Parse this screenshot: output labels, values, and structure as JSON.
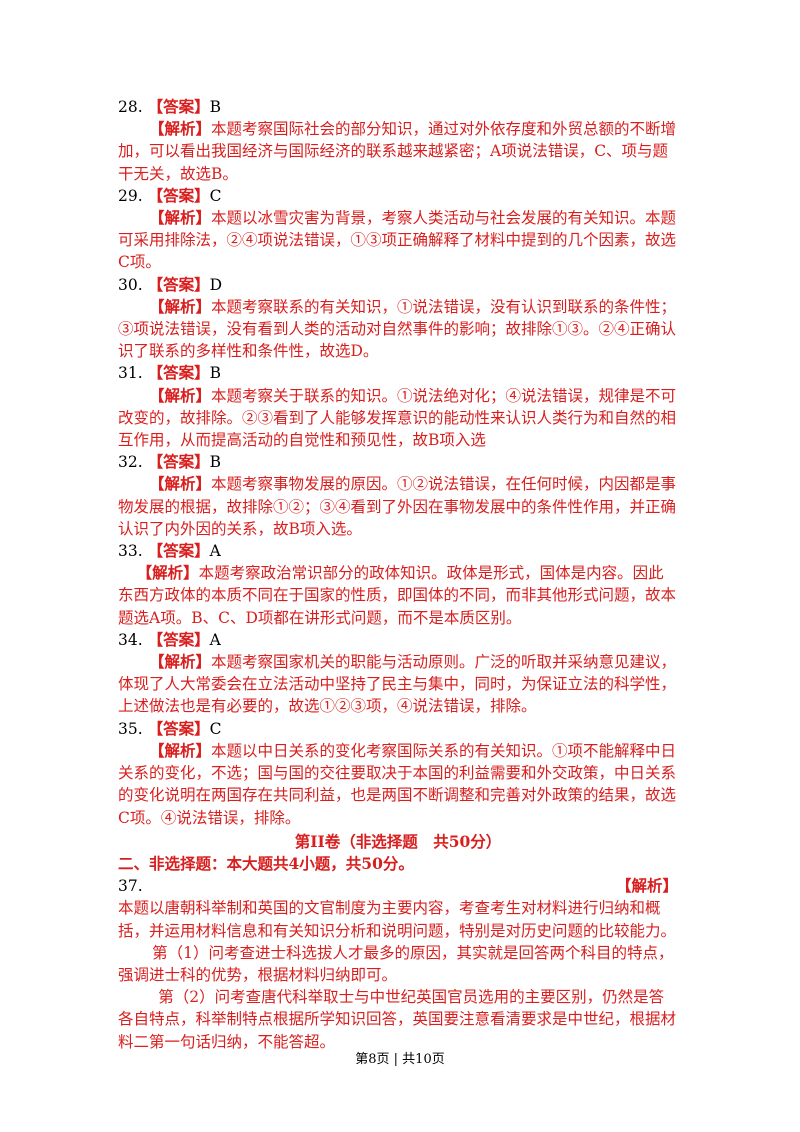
{
  "items": [
    {
      "num": "28.",
      "answer_tag": "【答案】",
      "answer": "B",
      "exp_tag": "【解析】",
      "exp": "本题考察国际社会的部分知识，通过对外依存度和外贸总额的不断增加，可以看出我国经济与国际经济的联系越来越紧密；A项说法错误，C、项与题干无关，故选B。"
    },
    {
      "num": "29.",
      "answer_tag": "【答案】",
      "answer": "C",
      "exp_tag": "【解析】",
      "exp": "本题以冰雪灾害为背景，考察人类活动与社会发展的有关知识。本题可采用排除法，②④项说法错误，①③项正确解释了材料中提到的几个因素，故选 C项。"
    },
    {
      "num": "30.",
      "answer_tag": "【答案】",
      "answer": "D",
      "exp_tag": "【解析】",
      "exp": "本题考察联系的有关知识，①说法错误，没有认识到联系的条件性；③项说法错误，没有看到人类的活动对自然事件的影响；故排除①③。②④正确认识了联系的多样性和条件性，故选D。"
    },
    {
      "num": "31.",
      "answer_tag": "【答案】",
      "answer": "B",
      "exp_tag": "【解析】",
      "exp": "本题考察关于联系的知识。①说法绝对化；④说法错误，规律是不可改变的，故排除。②③看到了人能够发挥意识的能动性来认识人类行为和自然的相互作用，从而提高活动的自觉性和预见性，故B项入选"
    },
    {
      "num": "32.",
      "answer_tag": "【答案】",
      "answer": "B",
      "exp_tag": "【解析】",
      "exp": "本题考察事物发展的原因。①②说法错误，在任何时候，内因都是事物发展的根据，故排除①②；③④看到了外因在事物发展中的条件性作用，并正确认识了内外因的关系，故B项入选。"
    },
    {
      "num": "33.",
      "answer_tag": "【答案】",
      "answer": "A",
      "exp_tag": "【解析】",
      "exp": "本题考察政治常识部分的政体知识。政体是形式，国体是内容。因此东西方政体的本质不同在于国家的性质，即国体的不同，而非其他形式问题，故本题选A项。B、C、D项都在讲形式问题，而不是本质区别。"
    },
    {
      "num": "34.",
      "answer_tag": "【答案】",
      "answer": "A",
      "exp_tag": "【解析】",
      "exp": "本题考察国家机关的职能与活动原则。广泛的听取并采纳意见建议，体现了人大常委会在立法活动中坚持了民主与集中，同时，为保证立法的科学性，上述做法也是有必要的，故选①②③项，④说法错误，排除。"
    },
    {
      "num": "35.",
      "answer_tag": "【答案】",
      "answer": "C",
      "exp_tag": "【解析】",
      "exp": "本题以中日关系的变化考察国际关系的有关知识。①项不能解释中日关系的变化，不选；国与国的交往要取决于本国的利益需要和外交政策，中日关系的变化说明在两国存在共同利益，也是两国不断调整和完善对外政策的结果，故选C项。④说法错误，排除。"
    }
  ],
  "section_title": "第II卷（非选择题　共50分）",
  "section_heading": "二、非选择题：本大题共4小题，共50分。",
  "q37": {
    "num": "37.",
    "tag": "【解析】",
    "intro": "本题以唐朝科举制和英国的文官制度为主要内容，考查考生对材料进行归纳和概括，并运用材料信息和有关知识分析和说明问题，特别是对历史问题的比较能力。",
    "part1": "第（1）问考查进士科选拔人才最多的原因，其实就是回答两个科目的特点，强调进士科的优势，根据材料归纳即可。",
    "part2": "第（2）问考查唐代科举取士与中世纪英国官员选用的主要区别，仍然是答各自特点，科举制特点根据所学知识回答，英国要注意看清要求是中世纪，根据材料二第一句话归纳，不能答超。"
  },
  "footer": "第8页 | 共10页"
}
